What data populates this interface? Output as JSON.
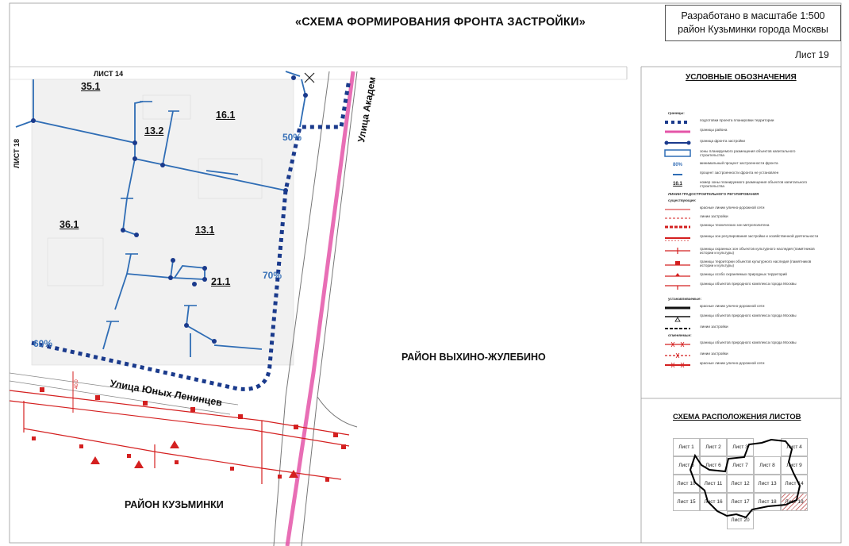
{
  "header": {
    "title": "«СХЕМА ФОРМИРОВАНИЯ ФРОНТА ЗАСТРОЙКИ»",
    "stamp_line1": "Разработано в масштабе 1:500",
    "stamp_line2": "район Кузьминки города Москвы",
    "sheet": "Лист 19"
  },
  "map": {
    "sheet_top": "ЛИСТ 14",
    "sheet_left": "ЛИСТ 18",
    "blocks": [
      "35.1",
      "16.1",
      "13.2",
      "36.1",
      "13.1",
      "21.1"
    ],
    "percents": [
      "50%",
      "70%",
      "60%"
    ],
    "streets": {
      "yunykh": "Улица Юных Ленинцев",
      "akadem": "Улица Академ"
    },
    "districts": {
      "vykhino": "РАЙОН ВЫХИНО-ЖУЛЕБИНО",
      "kuzminki": "РАЙОН КУЗЬМИНКИ"
    },
    "dim": "40,0"
  },
  "legend": {
    "title": "УСЛОВНЫЕ ОБОЗНАЧЕНИЯ",
    "head1": "границы:",
    "items": [
      "подготовки проекта планировки территории",
      "границы района",
      "граница фронта застройки",
      "зоны планируемого размещения объектов капитального строительства",
      "минимальный процент застроенности фронта",
      "процент застроенности фронта не установлен",
      "номер зоны планируемого размещения объектов капитального строительства"
    ],
    "head2": "ЛИНИИ ГРАДОСТРОИТЕЛЬНОГО РЕГУЛИРОВАНИЯ",
    "head3": "существующие:",
    "items2": [
      "красные линии улично-дорожной сети",
      "линии застройки",
      "границы технических зон метрополитена",
      "границы зон регулирования застройки и хозяйственной деятельности",
      "границы охранных зон объектов культурного наследия (памятников истории и культуры)",
      "границы территории объектов культурного наследия (памятников истории и культуры)",
      "границы особо охраняемых природных территорий",
      "границы объектов природного комплекса города Москвы"
    ],
    "head4": "устанавливаемые:",
    "items3": [
      "красные линии улично-дорожной сети",
      "границы объектов природного комплекса города Москвы",
      "линии застройки"
    ],
    "head5": "отменяемые:",
    "items4": [
      "границы объектов природного комплекса города Москвы",
      "линии застройки",
      "красные линии улично-дорожной сети"
    ],
    "num_sample": "10.1",
    "pct_sample": "80%"
  },
  "scheme": {
    "title": "СХЕМА РАСПОЛОЖЕНИЯ ЛИСТОВ",
    "cells": [
      "Лист 1",
      "Лист 2",
      "Лист 3",
      "Лист 4",
      "Лист 5",
      "Лист 6",
      "Лист 7",
      "Лист 8",
      "Лист 9",
      "Лист 10",
      "Лист 11",
      "Лист 12",
      "Лист 13",
      "Лист 14",
      "Лист 15",
      "Лист 16",
      "Лист 17",
      "Лист 18",
      "Лист 19",
      "Лист 20"
    ]
  },
  "colors": {
    "front": "#1a3a8c",
    "zone": "#2f6db5",
    "red": "#d42020",
    "pink": "#e455a8"
  }
}
